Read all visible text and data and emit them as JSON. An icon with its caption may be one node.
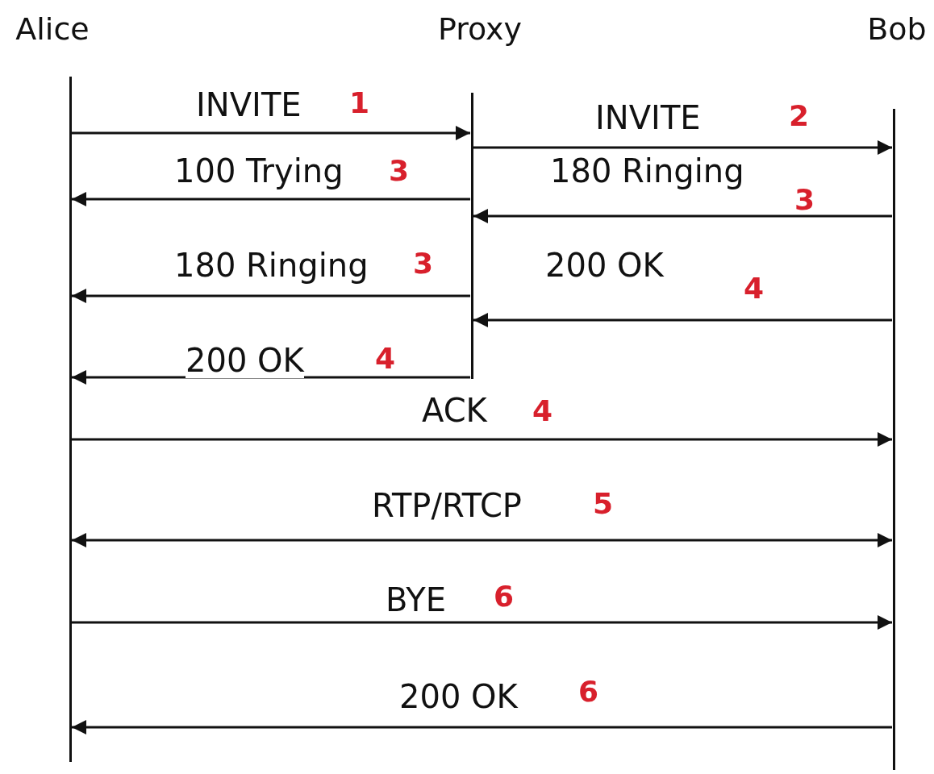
{
  "diagram": {
    "nodes": [
      {
        "text": [
          "Alice"
        ]
      },
      {
        "text": [
          "Proxy"
        ]
      },
      {
        "text": [
          "Bob"
        ]
      }
    ],
    "edges": [
      {
        "from": 0,
        "to": 1,
        "arrow": "to",
        "label": "INVITE"
      },
      {
        "from": 1,
        "to": 2,
        "arrow": "to",
        "label": "INVITE"
      },
      {
        "from": 1,
        "to": 0,
        "arrow": "to",
        "label": "100 Trying"
      },
      {
        "from": 2,
        "to": 1,
        "arrow": "to",
        "label": "180 Ringing"
      },
      {
        "from": 1,
        "to": 0,
        "arrow": "to",
        "label": "180 Ringing"
      },
      {
        "from": 2,
        "to": 1,
        "arrow": "to",
        "label": "200 OK"
      },
      {
        "from": 1,
        "to": 0,
        "arrow": "to",
        "label": "200 OK"
      },
      {
        "from": 0,
        "to": 2,
        "arrow": "to",
        "label": "ACK"
      },
      {
        "from": 0,
        "to": 2,
        "arrow": "both",
        "label": "RTP/RTCP"
      },
      {
        "from": 0,
        "to": 2,
        "arrow": "to",
        "label": "BYE"
      },
      {
        "from": 2,
        "to": 0,
        "arrow": "to",
        "label": "200 OK"
      }
    ],
    "labels": [
      "1",
      "2",
      "3",
      "3",
      "3",
      "4",
      "4",
      "4",
      "5",
      "6",
      "6"
    ]
  }
}
